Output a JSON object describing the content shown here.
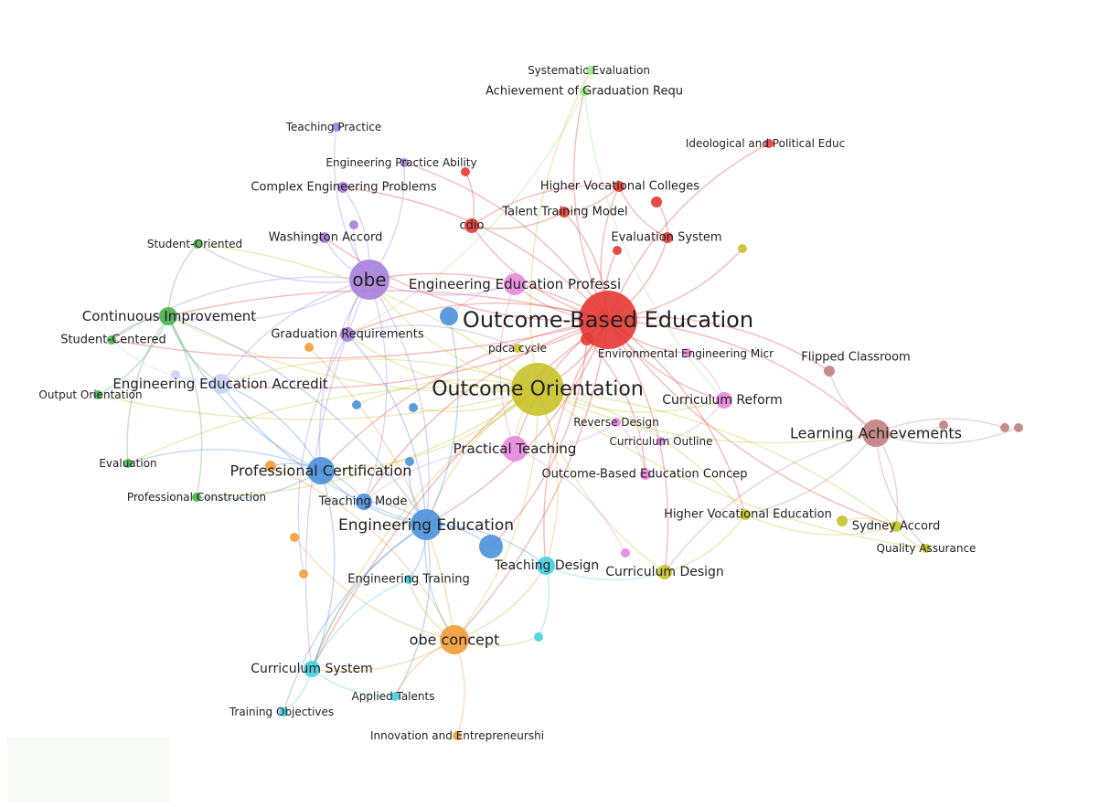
{
  "colors": {
    "red": "#e53935",
    "olive": "#c8c22a",
    "purple": "#a77fdc",
    "blue": "#4a90d9",
    "green": "#4caf50",
    "lightgreen": "#9be38a",
    "orange": "#f39c35",
    "cyan": "#45cfe0",
    "pink": "#e687dc",
    "brown": "#c08080",
    "lavender": "#c8d4f5"
  },
  "nodes": [
    {
      "id": "obe-edu",
      "label": "Outcome-Based Education",
      "color": "red",
      "size": 32
    },
    {
      "id": "outcome-orient",
      "label": "Outcome Orientation",
      "color": "olive",
      "size": 29
    },
    {
      "id": "obe",
      "label": "obe",
      "color": "purple",
      "size": 22
    },
    {
      "id": "eng-edu",
      "label": "Engineering Education",
      "color": "blue",
      "size": 17
    },
    {
      "id": "prof-cert",
      "label": "Professional Certification",
      "color": "blue",
      "size": 15
    },
    {
      "id": "obe-concept",
      "label": "obe concept",
      "color": "orange",
      "size": 16
    },
    {
      "id": "learn-ach",
      "label": "Learning Achievements",
      "color": "brown",
      "size": 15
    },
    {
      "id": "practical",
      "label": "Practical Teaching",
      "color": "pink",
      "size": 14
    },
    {
      "id": "cont-impr",
      "label": "Continuous Improvement",
      "color": "green",
      "size": 10
    },
    {
      "id": "eea",
      "label": "Engineering Education Accredit",
      "color": "lavender",
      "size": 11
    },
    {
      "id": "eep",
      "label": "Engineering Education Professi",
      "color": "pink",
      "size": 12
    },
    {
      "id": "grad-req",
      "label": "Graduation Requirements",
      "color": "purple",
      "size": 8
    },
    {
      "id": "teach-design",
      "label": "Teaching Design",
      "color": "cyan",
      "size": 10
    },
    {
      "id": "curr-design",
      "label": "Curriculum Design",
      "color": "olive",
      "size": 8
    },
    {
      "id": "curr-reform",
      "label": "Curriculum Reform",
      "color": "pink",
      "size": 9
    },
    {
      "id": "teach-mode",
      "label": "Teaching Mode",
      "color": "blue",
      "size": 9
    },
    {
      "id": "curr-system",
      "label": "Curriculum System",
      "color": "cyan",
      "size": 9
    },
    {
      "id": "cdio",
      "label": "cdio",
      "color": "red",
      "size": 8
    },
    {
      "id": "eval-system",
      "label": "Evaluation System",
      "color": "red",
      "size": 6
    },
    {
      "id": "hvc",
      "label": "Higher Vocational Colleges",
      "color": "red",
      "size": 6
    },
    {
      "id": "ttm",
      "label": "Talent Training Model",
      "color": "red",
      "size": 6
    },
    {
      "id": "ideo",
      "label": "Ideological and Political Educ",
      "color": "red",
      "size": 5
    },
    {
      "id": "wash",
      "label": "Washington Accord",
      "color": "purple",
      "size": 6
    },
    {
      "id": "cep",
      "label": "Complex Engineering Problems",
      "color": "purple",
      "size": 6
    },
    {
      "id": "epa",
      "label": "Engineering Practice Ability",
      "color": "purple",
      "size": 5
    },
    {
      "id": "tp",
      "label": "Teaching Practice",
      "color": "purple",
      "size": 5
    },
    {
      "id": "sys-eval",
      "label": "Systematic Evaluation",
      "color": "lightgreen",
      "size": 5
    },
    {
      "id": "agr",
      "label": "Achievement of Graduation Requ",
      "color": "lightgreen",
      "size": 5
    },
    {
      "id": "stu-oriented",
      "label": "Student-Oriented",
      "color": "green",
      "size": 5
    },
    {
      "id": "stu-centered",
      "label": "Student-Centered",
      "color": "green",
      "size": 5
    },
    {
      "id": "output-or",
      "label": "Output Orientation",
      "color": "green",
      "size": 5
    },
    {
      "id": "evaluation",
      "label": "Evaluation",
      "color": "green",
      "size": 5
    },
    {
      "id": "prof-constr",
      "label": "Professional Construction",
      "color": "green",
      "size": 5
    },
    {
      "id": "pdca",
      "label": "pdca cycle",
      "color": "olive",
      "size": 5
    },
    {
      "id": "env-eng",
      "label": "Environmental Engineering Micr",
      "color": "pink",
      "size": 5
    },
    {
      "id": "flipped",
      "label": "Flipped Classroom",
      "color": "brown",
      "size": 6
    },
    {
      "id": "reverse",
      "label": "Reverse Design",
      "color": "pink",
      "size": 5
    },
    {
      "id": "curr-outline",
      "label": "Curriculum Outline",
      "color": "pink",
      "size": 5
    },
    {
      "id": "obe-concep",
      "label": "Outcome-Based Education Concep",
      "color": "pink",
      "size": 6
    },
    {
      "id": "hve",
      "label": "Higher Vocational Education",
      "color": "olive",
      "size": 6
    },
    {
      "id": "sydney",
      "label": "Sydney Accord",
      "color": "olive",
      "size": 6
    },
    {
      "id": "qa",
      "label": "Quality Assurance",
      "color": "olive",
      "size": 5
    },
    {
      "id": "eng-train",
      "label": "Engineering Training",
      "color": "cyan",
      "size": 5
    },
    {
      "id": "app-talents",
      "label": "Applied Talents",
      "color": "cyan",
      "size": 5
    },
    {
      "id": "train-obj",
      "label": "Training Objectives",
      "color": "cyan",
      "size": 5
    },
    {
      "id": "innov",
      "label": "Innovation and Entrepreneurshi",
      "color": "orange",
      "size": 5
    },
    {
      "id": "u-blue1",
      "label": "",
      "color": "blue",
      "size": 10
    },
    {
      "id": "u-blue2",
      "label": "",
      "color": "blue",
      "size": 13
    },
    {
      "id": "u-blue3",
      "label": "",
      "color": "blue",
      "size": 5
    },
    {
      "id": "u-blue4",
      "label": "",
      "color": "blue",
      "size": 5
    },
    {
      "id": "u-blue5",
      "label": "",
      "color": "blue",
      "size": 5
    },
    {
      "id": "u-red1",
      "label": "",
      "color": "red",
      "size": 7
    },
    {
      "id": "u-red2",
      "label": "",
      "color": "red",
      "size": 5
    },
    {
      "id": "u-red3",
      "label": "",
      "color": "red",
      "size": 6
    },
    {
      "id": "u-red4",
      "label": "",
      "color": "red",
      "size": 5
    },
    {
      "id": "u-purple1",
      "label": "",
      "color": "purple",
      "size": 5
    },
    {
      "id": "u-orange1",
      "label": "",
      "color": "orange",
      "size": 6
    },
    {
      "id": "u-orange2",
      "label": "",
      "color": "orange",
      "size": 5
    },
    {
      "id": "u-orange3",
      "label": "",
      "color": "orange",
      "size": 5
    },
    {
      "id": "u-orange4",
      "label": "",
      "color": "orange",
      "size": 5
    },
    {
      "id": "u-cyan1",
      "label": "",
      "color": "cyan",
      "size": 5
    },
    {
      "id": "u-pink1",
      "label": "",
      "color": "pink",
      "size": 5
    },
    {
      "id": "u-olive1",
      "label": "",
      "color": "olive",
      "size": 5
    },
    {
      "id": "u-olive2",
      "label": "",
      "color": "olive",
      "size": 6
    },
    {
      "id": "u-brown1",
      "label": "",
      "color": "brown",
      "size": 5
    },
    {
      "id": "u-brown2",
      "label": "",
      "color": "brown",
      "size": 5
    },
    {
      "id": "u-brown3",
      "label": "",
      "color": "brown",
      "size": 5
    },
    {
      "id": "u-lav1",
      "label": "",
      "color": "lavender",
      "size": 5
    }
  ],
  "edges": [
    [
      "obe-edu",
      "outcome-orient"
    ],
    [
      "obe-edu",
      "obe"
    ],
    [
      "obe-edu",
      "eng-edu"
    ],
    [
      "obe-edu",
      "prof-cert"
    ],
    [
      "obe-edu",
      "learn-ach"
    ],
    [
      "obe-edu",
      "practical"
    ],
    [
      "obe-edu",
      "cdio"
    ],
    [
      "obe-edu",
      "eval-system"
    ],
    [
      "obe-edu",
      "hvc"
    ],
    [
      "obe-edu",
      "ttm"
    ],
    [
      "obe-edu",
      "ideo"
    ],
    [
      "obe-edu",
      "curr-reform"
    ],
    [
      "obe-edu",
      "flipped"
    ],
    [
      "obe-edu",
      "cont-impr"
    ],
    [
      "obe-edu",
      "eea"
    ],
    [
      "obe-edu",
      "grad-req"
    ],
    [
      "obe-edu",
      "eep"
    ],
    [
      "obe-edu",
      "teach-design"
    ],
    [
      "obe-edu",
      "curr-design"
    ],
    [
      "obe-edu",
      "sydney"
    ],
    [
      "obe-edu",
      "hve"
    ],
    [
      "obe-edu",
      "env-eng"
    ],
    [
      "obe-edu",
      "agr"
    ],
    [
      "obe-edu",
      "curr-system"
    ],
    [
      "obe-edu",
      "obe-concept"
    ],
    [
      "obe-edu",
      "teach-mode"
    ],
    [
      "obe-edu",
      "wash"
    ],
    [
      "obe-edu",
      "cep"
    ],
    [
      "obe-edu",
      "stu-centered"
    ],
    [
      "obe-edu",
      "u-olive1"
    ],
    [
      "obe-edu",
      "u-red2"
    ],
    [
      "obe-edu",
      "epa"
    ],
    [
      "outcome-orient",
      "obe"
    ],
    [
      "outcome-orient",
      "eng-edu"
    ],
    [
      "outcome-orient",
      "prof-cert"
    ],
    [
      "outcome-orient",
      "learn-ach"
    ],
    [
      "outcome-orient",
      "cont-impr"
    ],
    [
      "outcome-orient",
      "eea"
    ],
    [
      "outcome-orient",
      "obe-concept"
    ],
    [
      "outcome-orient",
      "curr-design"
    ],
    [
      "outcome-orient",
      "teach-design"
    ],
    [
      "outcome-orient",
      "practical"
    ],
    [
      "outcome-orient",
      "sydney"
    ],
    [
      "outcome-orient",
      "qa"
    ],
    [
      "outcome-orient",
      "hve"
    ],
    [
      "outcome-orient",
      "curr-system"
    ],
    [
      "outcome-orient",
      "output-or"
    ],
    [
      "outcome-orient",
      "stu-oriented"
    ],
    [
      "outcome-orient",
      "prof-constr"
    ],
    [
      "outcome-orient",
      "evaluation"
    ],
    [
      "outcome-orient",
      "sys-eval"
    ],
    [
      "outcome-orient",
      "curr-reform"
    ],
    [
      "outcome-orient",
      "grad-req"
    ],
    [
      "outcome-orient",
      "u-blue3"
    ],
    [
      "outcome-orient",
      "u-blue4"
    ],
    [
      "obe",
      "grad-req"
    ],
    [
      "obe",
      "wash"
    ],
    [
      "obe",
      "cep"
    ],
    [
      "obe",
      "tp"
    ],
    [
      "obe",
      "epa"
    ],
    [
      "obe",
      "eng-edu"
    ],
    [
      "obe",
      "prof-cert"
    ],
    [
      "obe",
      "cont-impr"
    ],
    [
      "obe",
      "eea"
    ],
    [
      "obe",
      "stu-oriented"
    ],
    [
      "obe",
      "stu-centered"
    ],
    [
      "obe",
      "teach-mode"
    ],
    [
      "obe",
      "curr-system"
    ],
    [
      "obe",
      "u-purple1"
    ],
    [
      "obe",
      "eep"
    ],
    [
      "eng-edu",
      "prof-cert"
    ],
    [
      "eng-edu",
      "teach-mode"
    ],
    [
      "eng-edu",
      "teach-design"
    ],
    [
      "eng-edu",
      "curr-system"
    ],
    [
      "eng-edu",
      "eng-train"
    ],
    [
      "eng-edu",
      "obe-concept"
    ],
    [
      "eng-edu",
      "u-blue2"
    ],
    [
      "eng-edu",
      "u-blue1"
    ],
    [
      "eng-edu",
      "eea"
    ],
    [
      "eng-edu",
      "cont-impr"
    ],
    [
      "eng-edu",
      "app-talents"
    ],
    [
      "eng-edu",
      "train-obj"
    ],
    [
      "eng-edu",
      "u-blue5"
    ],
    [
      "eng-edu",
      "grad-req"
    ],
    [
      "prof-cert",
      "cont-impr"
    ],
    [
      "prof-cert",
      "eea"
    ],
    [
      "prof-cert",
      "teach-mode"
    ],
    [
      "prof-cert",
      "u-orange1"
    ],
    [
      "prof-cert",
      "curr-system"
    ],
    [
      "prof-cert",
      "evaluation"
    ],
    [
      "prof-cert",
      "prof-constr"
    ],
    [
      "obe-concept",
      "teach-design"
    ],
    [
      "obe-concept",
      "curr-system"
    ],
    [
      "obe-concept",
      "app-talents"
    ],
    [
      "obe-concept",
      "innov"
    ],
    [
      "obe-concept",
      "u-orange2"
    ],
    [
      "obe-concept",
      "u-orange3"
    ],
    [
      "obe-concept",
      "u-cyan1"
    ],
    [
      "obe-concept",
      "eng-train"
    ],
    [
      "obe-concept",
      "u-orange1"
    ],
    [
      "learn-ach",
      "sydney"
    ],
    [
      "learn-ach",
      "qa"
    ],
    [
      "learn-ach",
      "flipped"
    ],
    [
      "learn-ach",
      "u-brown1"
    ],
    [
      "learn-ach",
      "u-brown2"
    ],
    [
      "learn-ach",
      "u-brown3"
    ],
    [
      "learn-ach",
      "hve"
    ],
    [
      "learn-ach",
      "curr-design"
    ],
    [
      "cont-impr",
      "stu-oriented"
    ],
    [
      "cont-impr",
      "stu-centered"
    ],
    [
      "cont-impr",
      "output-or"
    ],
    [
      "cont-impr",
      "evaluation"
    ],
    [
      "cont-impr",
      "prof-constr"
    ],
    [
      "cont-impr",
      "eea"
    ],
    [
      "eea",
      "stu-centered"
    ],
    [
      "eea",
      "output-or"
    ],
    [
      "eea",
      "u-lav1"
    ],
    [
      "cdio",
      "ttm"
    ],
    [
      "cdio",
      "hvc"
    ],
    [
      "cdio",
      "u-red4"
    ],
    [
      "eval-system",
      "hvc"
    ],
    [
      "ttm",
      "hvc"
    ],
    [
      "u-red3",
      "eval-system"
    ],
    [
      "sys-eval",
      "agr"
    ],
    [
      "agr",
      "grad-req"
    ],
    [
      "agr",
      "curr-reform"
    ],
    [
      "curr-system",
      "train-obj"
    ],
    [
      "curr-system",
      "app-talents"
    ],
    [
      "curr-system",
      "eng-train"
    ],
    [
      "teach-design",
      "curr-design"
    ],
    [
      "teach-design",
      "u-cyan1"
    ],
    [
      "practical",
      "teach-mode"
    ],
    [
      "practical",
      "eep"
    ],
    [
      "practical",
      "reverse"
    ],
    [
      "practical",
      "u-pink1"
    ],
    [
      "curr-reform",
      "env-eng"
    ],
    [
      "curr-reform",
      "curr-outline"
    ],
    [
      "sydney",
      "qa"
    ],
    [
      "sydney",
      "hve"
    ],
    [
      "sydney",
      "u-olive2"
    ],
    [
      "hve",
      "curr-design"
    ],
    [
      "grad-req",
      "u-orange4"
    ],
    [
      "grad-req",
      "pdca"
    ],
    [
      "eep",
      "u-blue1"
    ],
    [
      "u-red1",
      "obe-concep"
    ],
    [
      "obe-concep",
      "reverse"
    ],
    [
      "u-red1",
      "u-blue2"
    ]
  ]
}
